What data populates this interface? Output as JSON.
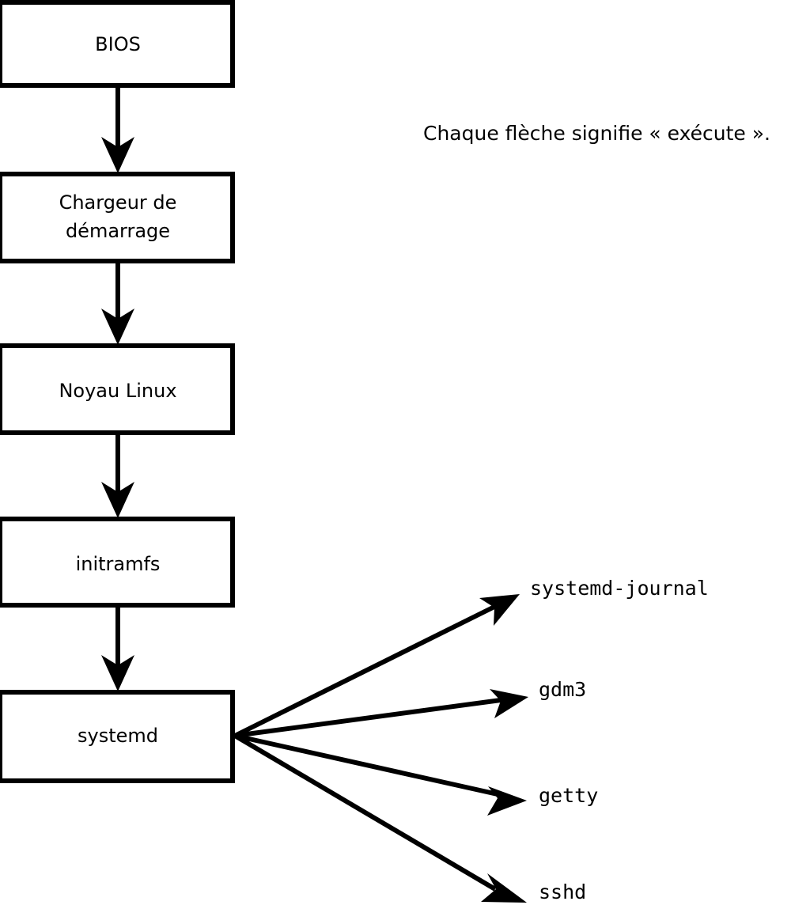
{
  "diagram": {
    "title_caption": "Chaque flèche signifie « exécute ».",
    "boot_chain": [
      {
        "id": "bios",
        "label": "BIOS"
      },
      {
        "id": "bootloader",
        "label_line1": "Chargeur de",
        "label_line2": "démarrage"
      },
      {
        "id": "kernel",
        "label": "Noyau Linux"
      },
      {
        "id": "initramfs",
        "label": "initramfs"
      },
      {
        "id": "systemd",
        "label": "systemd"
      }
    ],
    "services": [
      {
        "id": "systemd-journal",
        "label": "systemd-journal"
      },
      {
        "id": "gdm3",
        "label": "gdm3"
      },
      {
        "id": "getty",
        "label": "getty"
      },
      {
        "id": "sshd",
        "label": "sshd"
      }
    ],
    "colors": {
      "stroke": "#000000",
      "fill": "#ffffff",
      "text": "#000000"
    }
  }
}
